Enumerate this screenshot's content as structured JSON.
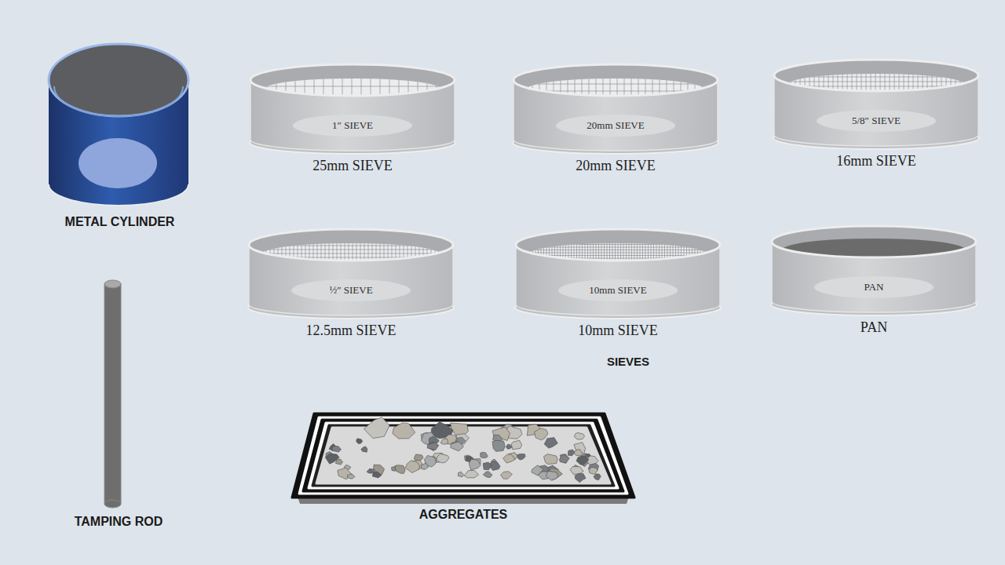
{
  "diagram": {
    "nodes": [
      {
        "text": [
          "METAL CYLINDER"
        ]
      },
      {
        "text": [
          "1″ SIEVE",
          "25mm SIEVE"
        ]
      },
      {
        "text": [
          "20mm SIEVE",
          "20mm SIEVE"
        ]
      },
      {
        "text": [
          "5/8″ SIEVE",
          "16mm SIEVE"
        ]
      },
      {
        "text": [
          "½″ SIEVE",
          "12.5mm SIEVE"
        ]
      },
      {
        "text": [
          "10mm SIEVE",
          "10mm SIEVE"
        ]
      },
      {
        "text": [
          "PAN",
          "PAN"
        ]
      },
      {
        "text": [
          "TAMPING ROD"
        ]
      },
      {
        "text": [
          "AGGREGATES"
        ]
      }
    ],
    "labels": [
      "SIEVES"
    ]
  }
}
